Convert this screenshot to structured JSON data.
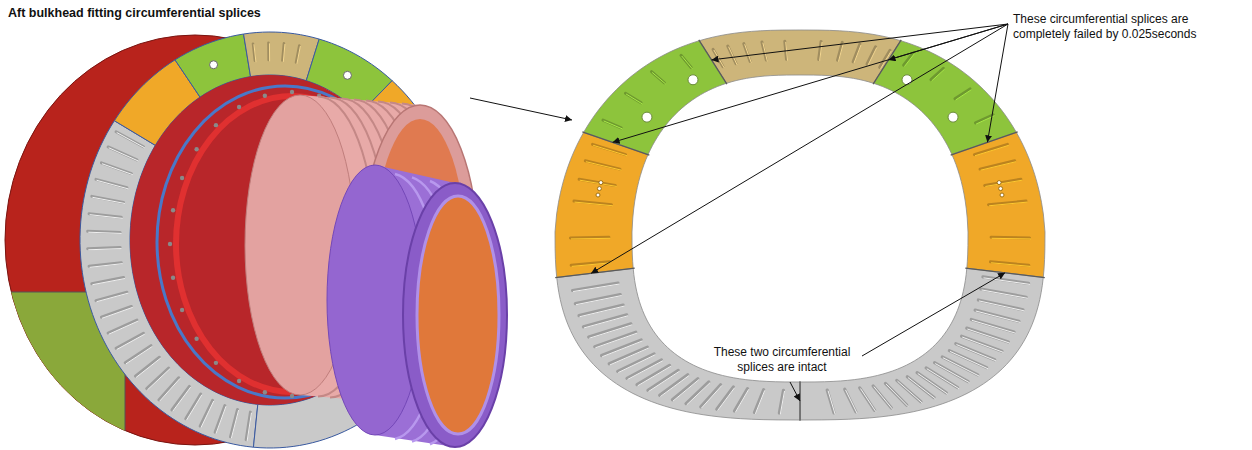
{
  "diagram": {
    "title": "Aft bulkhead fitting circumferential splices",
    "labels": [
      "These circumferential splices are completely failed by 0.025seconds",
      "These two circumferential splices are intact"
    ]
  }
}
